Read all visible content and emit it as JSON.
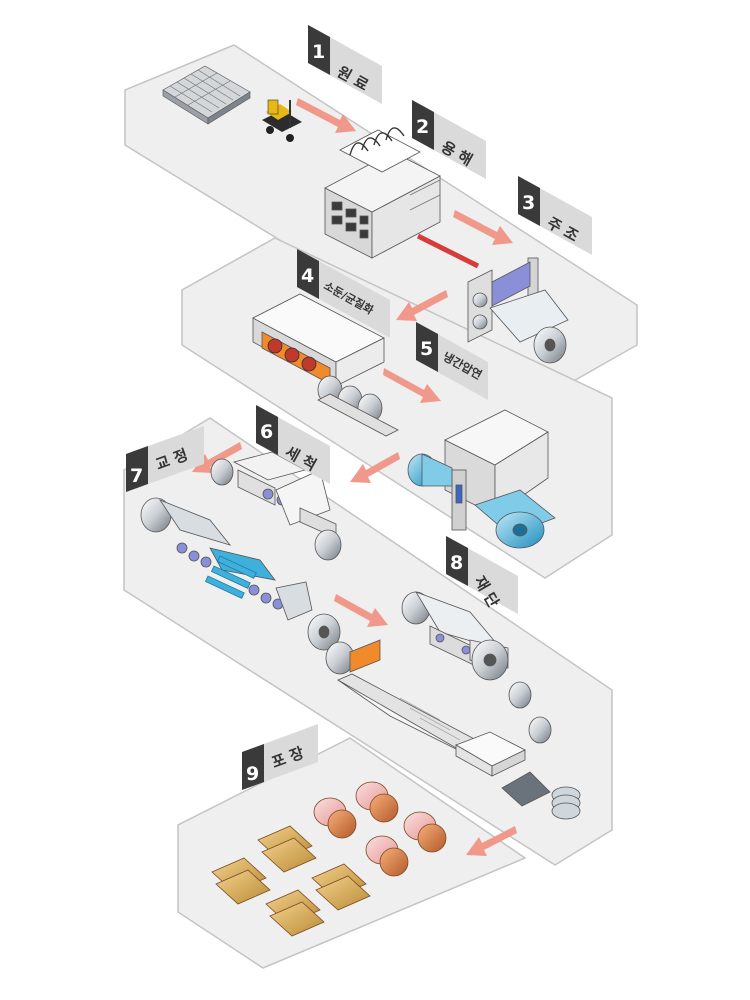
{
  "steps": [
    {
      "num": "1",
      "label": "원 료"
    },
    {
      "num": "2",
      "label": "용 해"
    },
    {
      "num": "3",
      "label": "주 조"
    },
    {
      "num": "4",
      "label": "소둔/균질화"
    },
    {
      "num": "5",
      "label": "냉간압연"
    },
    {
      "num": "6",
      "label": "세 척"
    },
    {
      "num": "7",
      "label": "교 정"
    },
    {
      "num": "8",
      "label": "재 단"
    },
    {
      "num": "9",
      "label": "포 장"
    }
  ],
  "colors": {
    "platform": "#efefef",
    "platform_edge": "#c4c4c4",
    "tag_bg": "#dadada",
    "tag_num": "#3a3a3a",
    "arrow": "#f0988a",
    "coil_blue": "#3fb0dc",
    "roller_purple": "#8a8fd8",
    "copper": "#d9824f",
    "pink": "#f3b3b3",
    "gold": "#d8ad59",
    "red_pipe": "#d93a3a",
    "orange_glow": "#f08a2a"
  },
  "icons": [
    "ingot-stack-icon",
    "forklift-icon",
    "furnace-icon",
    "caster-icon",
    "annealing-oven-icon",
    "rolling-mill-icon",
    "cleaning-line-icon",
    "leveler-icon",
    "slitter-icon",
    "cut-sheet-icon",
    "packed-coil-icon"
  ]
}
